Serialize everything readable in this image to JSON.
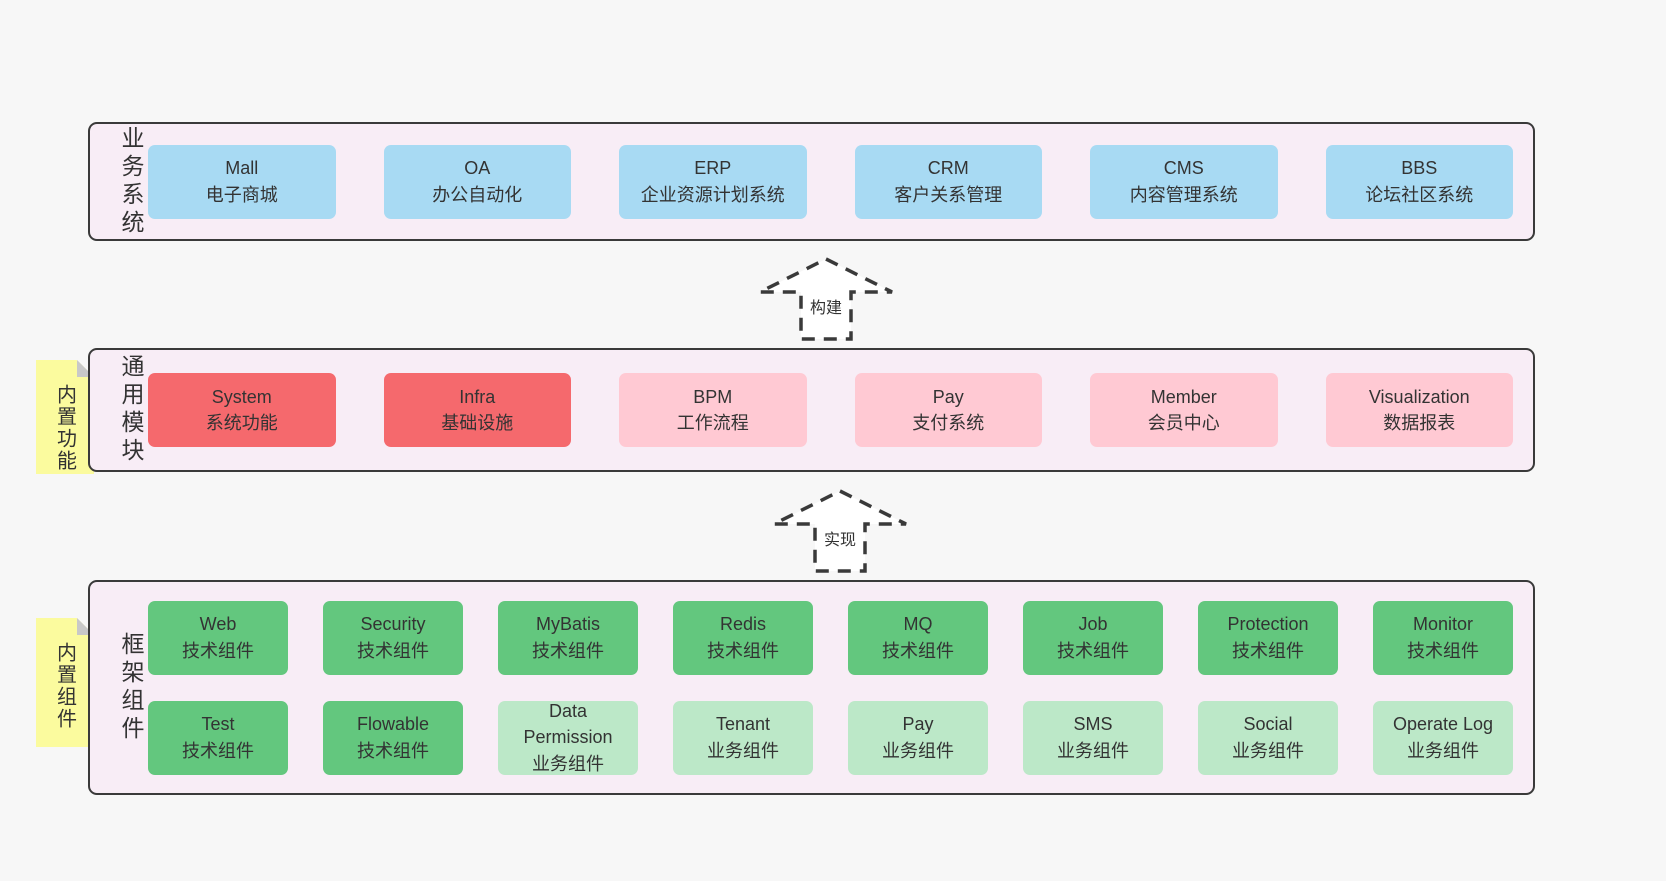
{
  "colors": {
    "page_bg": "#f7f7f7",
    "layer_bg": "#f8edf6",
    "border": "#3a3a3a",
    "text": "#333333",
    "blue": "#a8daf3",
    "red": "#f5696d",
    "pink": "#ffc9d3",
    "green": "#63c77e",
    "light_green": "#bce8c8",
    "note_yellow": "#fbfb9e",
    "note_fold": "#c8c8c8",
    "arrow_fill": "#ffffff"
  },
  "layers": [
    {
      "title": "业务系统",
      "boxes": [
        {
          "name": "Mall",
          "sub": "电子商城"
        },
        {
          "name": "OA",
          "sub": "办公自动化"
        },
        {
          "name": "ERP",
          "sub": "企业资源计划系统"
        },
        {
          "name": "CRM",
          "sub": "客户关系管理"
        },
        {
          "name": "CMS",
          "sub": "内容管理系统"
        },
        {
          "name": "BBS",
          "sub": "论坛社区系统"
        }
      ]
    },
    {
      "title": "通用模块",
      "note": "内置功能",
      "boxes": [
        {
          "name": "System",
          "sub": "系统功能"
        },
        {
          "name": "Infra",
          "sub": "基础设施"
        },
        {
          "name": "BPM",
          "sub": "工作流程"
        },
        {
          "name": "Pay",
          "sub": "支付系统"
        },
        {
          "name": "Member",
          "sub": "会员中心"
        },
        {
          "name": "Visualization",
          "sub": "数据报表"
        }
      ]
    },
    {
      "title": "框架组件",
      "note": "内置组件",
      "rows": [
        [
          {
            "name": "Web",
            "sub": "技术组件"
          },
          {
            "name": "Security",
            "sub": "技术组件"
          },
          {
            "name": "MyBatis",
            "sub": "技术组件"
          },
          {
            "name": "Redis",
            "sub": "技术组件"
          },
          {
            "name": "MQ",
            "sub": "技术组件"
          },
          {
            "name": "Job",
            "sub": "技术组件"
          },
          {
            "name": "Protection",
            "sub": "技术组件"
          },
          {
            "name": "Monitor",
            "sub": "技术组件"
          }
        ],
        [
          {
            "name": "Test",
            "sub": "技术组件"
          },
          {
            "name": "Flowable",
            "sub": "技术组件"
          },
          {
            "name": "Data Permission",
            "sub": "业务组件"
          },
          {
            "name": "Tenant",
            "sub": "业务组件"
          },
          {
            "name": "Pay",
            "sub": "业务组件"
          },
          {
            "name": "SMS",
            "sub": "业务组件"
          },
          {
            "name": "Social",
            "sub": "业务组件"
          },
          {
            "name": "Operate Log",
            "sub": "业务组件"
          }
        ]
      ]
    }
  ],
  "arrows": [
    {
      "label": "构建"
    },
    {
      "label": "实现"
    }
  ]
}
